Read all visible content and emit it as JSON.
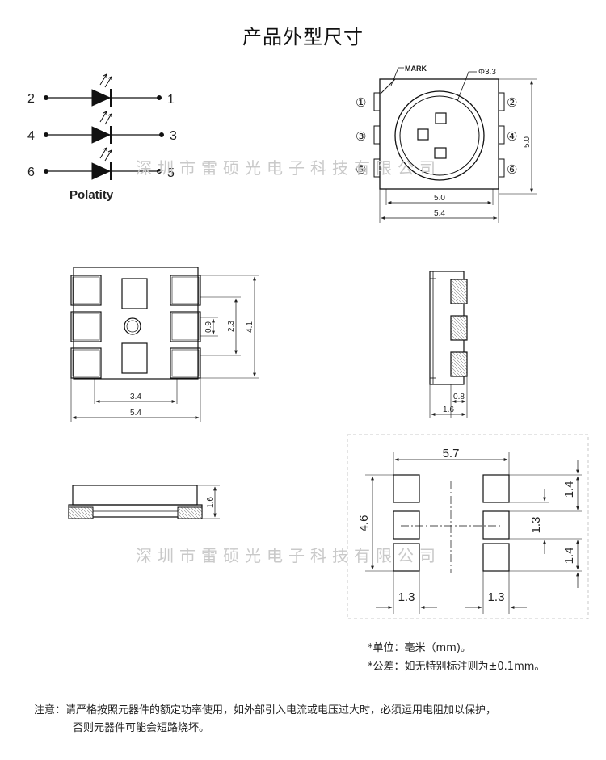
{
  "page_title": "产品外型尺寸",
  "watermark": "深圳市雷硕光电子科技有限公司",
  "polarity": {
    "label": "Polatity",
    "pins": [
      "2",
      "1",
      "4",
      "3",
      "6",
      "5"
    ]
  },
  "top_view": {
    "mark_label": "MARK",
    "diameter_label": "Φ3.3",
    "pin_labels": [
      "①",
      "②",
      "③",
      "④",
      "⑤",
      "⑥"
    ],
    "dim_height": "5.0",
    "dim_inner_width": "5.0",
    "dim_outer_width": "5.4"
  },
  "bottom_view": {
    "dim_pad": "0.9",
    "dim_pitch": "2.3",
    "dim_span": "4.1",
    "dim_inner": "3.4",
    "dim_outer": "5.4"
  },
  "side_view": {
    "dim_pad": "0.8",
    "dim_height": "1.6"
  },
  "front_view": {
    "dim_height": "1.6"
  },
  "footprint": {
    "dim_width": "5.7",
    "dim_height": "4.6",
    "dim_pad_h1": "1.4",
    "dim_pitch": "1.3",
    "dim_pad_h2": "1.4",
    "dim_pad_w_left": "1.3",
    "dim_pad_w_right": "1.3"
  },
  "units_note": "*单位：毫米（mm)。",
  "tolerance_note": "*公差：如无特别标注则为±0.1mm。",
  "caution_line1": "注意：请严格按照元器件的额定功率使用，如外部引入电流或电压过大时，必须运用电阻加以保护，",
  "caution_line2": "否则元器件可能会短路烧坏。"
}
